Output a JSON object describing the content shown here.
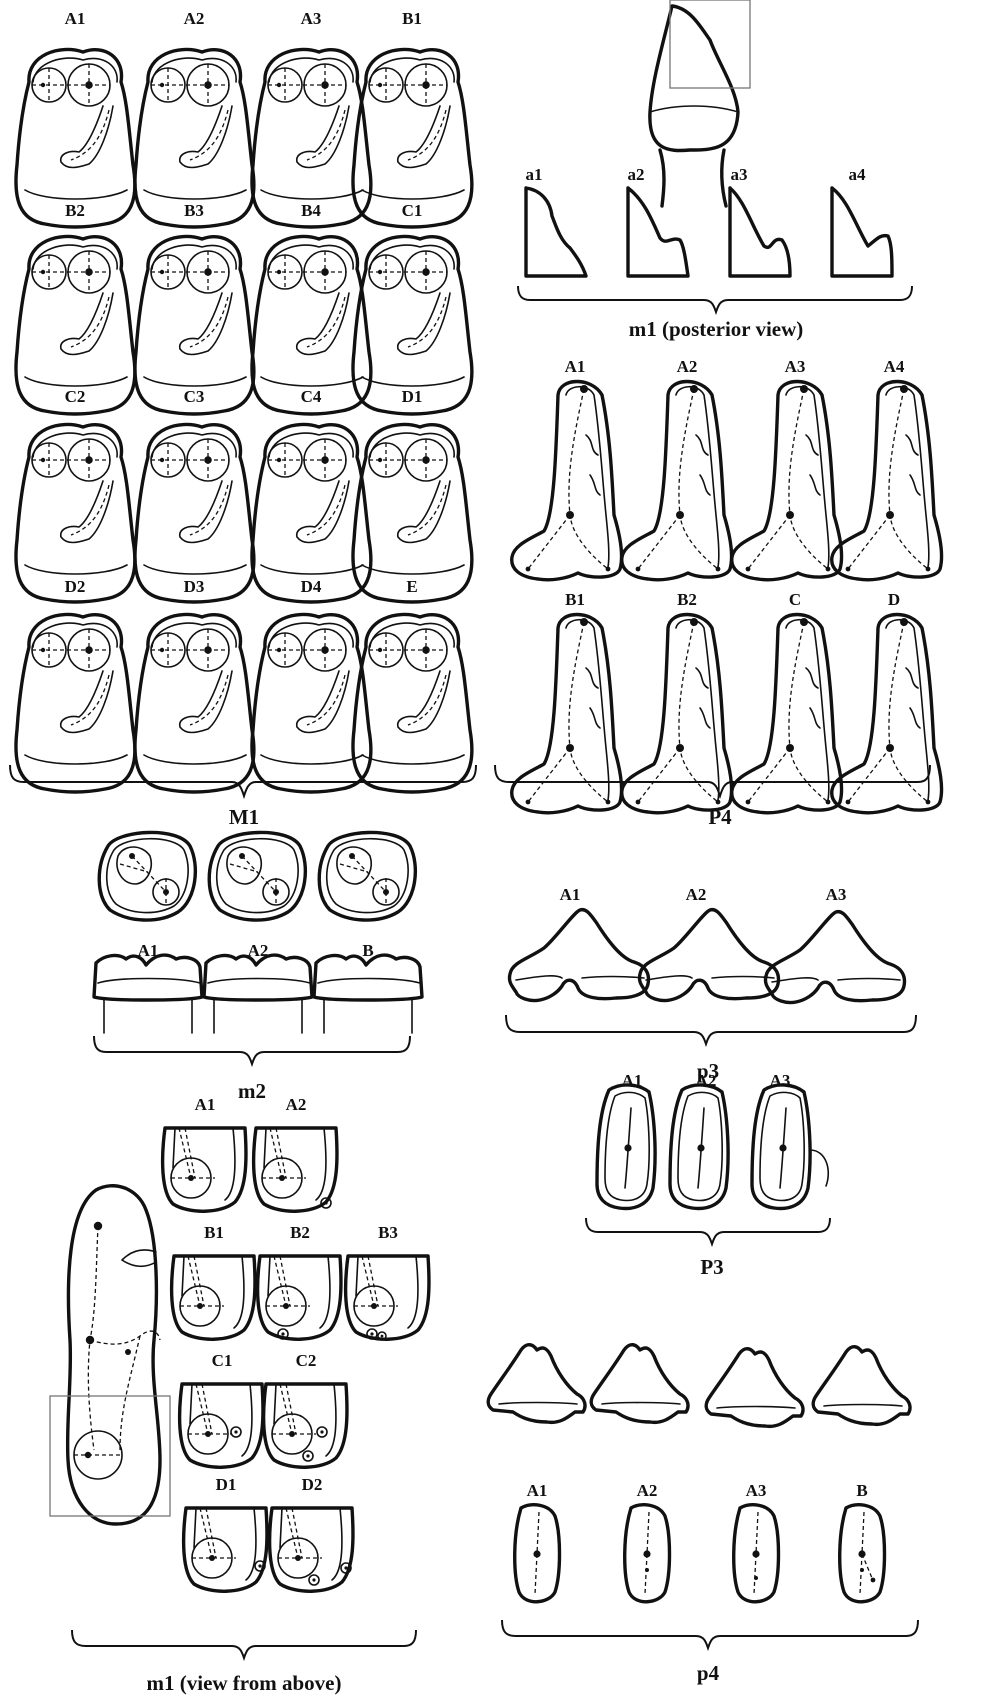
{
  "groups": {
    "M1": {
      "label": "M1",
      "rows": [
        [
          "A1",
          "A2",
          "A3",
          "B1"
        ],
        [
          "B2",
          "B3",
          "B4",
          "C1"
        ],
        [
          "C2",
          "C3",
          "C4",
          "D1"
        ],
        [
          "D2",
          "D3",
          "D4",
          "E"
        ]
      ]
    },
    "m1_posterior": {
      "label": "m1 (posterior view)",
      "items": [
        "a1",
        "a2",
        "a3",
        "a4"
      ]
    },
    "P4": {
      "label": "P4",
      "rows": [
        [
          "A1",
          "A2",
          "A3",
          "A4"
        ],
        [
          "B1",
          "B2",
          "C",
          "D"
        ]
      ]
    },
    "m2": {
      "label": "m2",
      "items": [
        "A1",
        "A2",
        "B"
      ]
    },
    "p3": {
      "label": "p3",
      "items": [
        "A1",
        "A2",
        "A3"
      ]
    },
    "P3": {
      "label": "P3",
      "items": [
        "A1",
        "A2",
        "A3"
      ]
    },
    "m1_above": {
      "label": "m1 (view from above)",
      "rows": [
        [
          "A1",
          "A2"
        ],
        [
          "B1",
          "B2",
          "B3"
        ],
        [
          "C1",
          "C2"
        ],
        [
          "D1",
          "D2"
        ]
      ]
    },
    "p4": {
      "label": "p4",
      "items": [
        "A1",
        "A2",
        "A3",
        "B"
      ]
    }
  }
}
